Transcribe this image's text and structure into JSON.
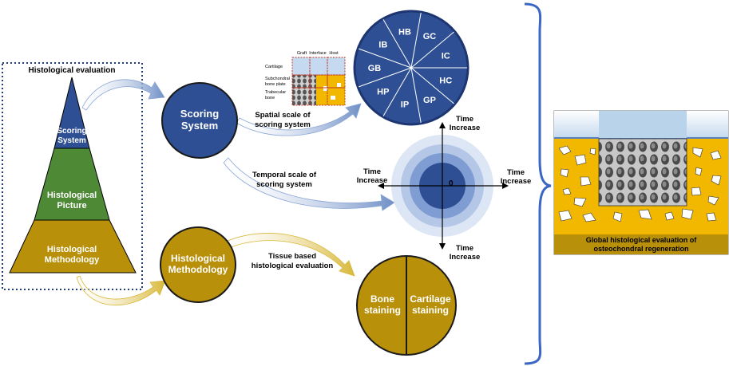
{
  "histological_evaluation": {
    "title": "Histological evaluation",
    "pyramid": {
      "top": [
        "Scoring",
        "System"
      ],
      "middle": [
        "Histological",
        "Picture"
      ],
      "bottom": [
        "Histological",
        "Methodology"
      ]
    }
  },
  "scoring_system": {
    "lines": [
      "Scoring",
      "System"
    ]
  },
  "histological_methodology": {
    "lines": [
      "Histological",
      "Methodology"
    ]
  },
  "spatial_scale": {
    "label": [
      "Spatial scale of",
      "scoring system"
    ],
    "columns": [
      "Graft",
      "Interface",
      "Host"
    ],
    "rows": [
      "Cartilage",
      [
        "Subchondral",
        "bone plate"
      ],
      [
        "Trabecular",
        "bone"
      ]
    ]
  },
  "temporal_scale": {
    "label": [
      "Temporal scale of",
      "scoring system"
    ]
  },
  "tissue_eval": {
    "label": [
      "Tissue based",
      "histological evaluation"
    ]
  },
  "pie": {
    "segments": [
      "HB",
      "GC",
      "IC",
      "HC",
      "GP",
      "IP",
      "HP",
      "GB",
      "IB"
    ]
  },
  "time_axes": {
    "center": "0",
    "top": [
      "Time",
      "Increase"
    ],
    "bottom": [
      "Time",
      "Increase"
    ],
    "left": [
      "Time",
      "Increase"
    ],
    "right": [
      "Time",
      "Increase"
    ]
  },
  "staining": {
    "bone": [
      "Bone",
      "staining"
    ],
    "cartilage": [
      "Cartilage",
      "staining"
    ]
  },
  "global_eval": {
    "caption": [
      "Global histological evaluation of",
      "osteochondral regeneration"
    ]
  },
  "colors": {
    "navy": "#2e4f94",
    "navy_dark": "#1d3570",
    "gold": "#b8900a",
    "green": "#4e8a35",
    "yellow": "#f2b800",
    "light_blue": "#b9d4ea"
  }
}
